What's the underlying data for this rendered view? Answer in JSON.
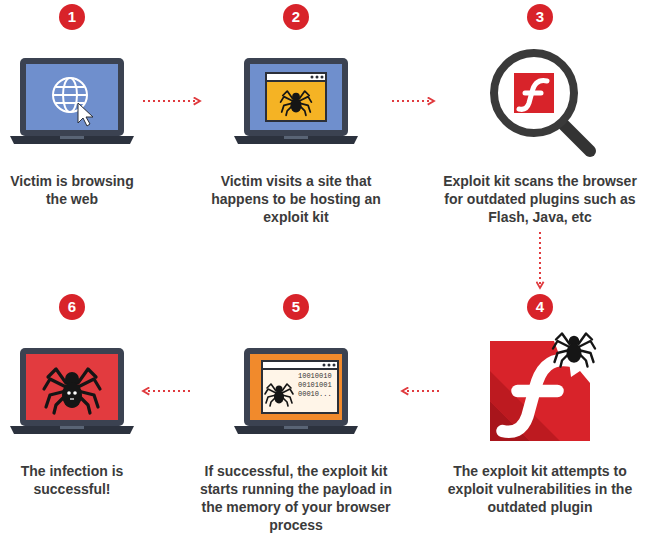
{
  "diagram": {
    "nodes": [
      {
        "text": [
          "1",
          "Victim is browsing the web"
        ]
      },
      {
        "text": [
          "2",
          "Victim visits a site that happens to be hosting an exploit kit"
        ]
      },
      {
        "text": [
          "3",
          "Exploit kit scans the browser for outdated plugins such as Flash, Java, etc"
        ]
      },
      {
        "text": [
          "4",
          "The exploit kit attempts to exploit vulnerabilities in the outdated plugin"
        ]
      },
      {
        "text": [
          "5",
          "If successful, the exploit kit starts running the payload in the memory of your browser process"
        ]
      },
      {
        "text": [
          "6",
          "The infection is successful!"
        ]
      }
    ],
    "edges": [
      {
        "from": 0,
        "to": 1,
        "arrow": "to"
      },
      {
        "from": 1,
        "to": 2,
        "arrow": "to"
      },
      {
        "from": 2,
        "to": 3,
        "arrow": "to"
      },
      {
        "from": 3,
        "to": 4,
        "arrow": "to"
      },
      {
        "from": 4,
        "to": 5,
        "arrow": "to"
      }
    ],
    "labels": [
      "10010010",
      "00101001",
      "00010..."
    ]
  }
}
